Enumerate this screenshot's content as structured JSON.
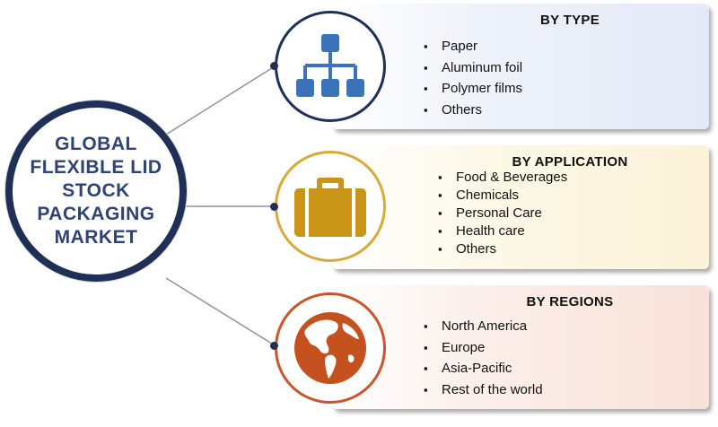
{
  "hub": {
    "title": "GLOBAL FLEXIBLE LID STOCK PACKAGING MARKET"
  },
  "segments": [
    {
      "title": "BY TYPE",
      "icon": "hierarchy-icon",
      "accent": "#3a73b8",
      "items": [
        "Paper",
        "Aluminum foil",
        "Polymer films",
        "Others"
      ]
    },
    {
      "title": "BY APPLICATION",
      "icon": "briefcase-icon",
      "accent": "#c99518",
      "items": [
        "Food & Beverages",
        "Chemicals",
        "Personal Care",
        "Health care",
        "Others"
      ]
    },
    {
      "title": "BY REGIONS",
      "icon": "globe-icon",
      "accent": "#c5521e",
      "items": [
        "North America",
        "Europe",
        "Asia-Pacific",
        "Rest of the world"
      ]
    }
  ],
  "colors": {
    "hub_ring": "#1f2f55",
    "hub_text": "#2f4374",
    "connector": "#8a93a6"
  }
}
